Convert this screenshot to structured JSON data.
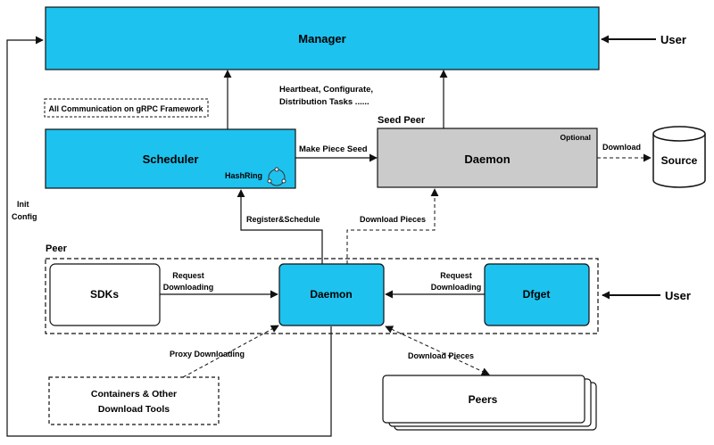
{
  "manager": {
    "label": "Manager"
  },
  "user_top": {
    "label": "User"
  },
  "user_right": {
    "label": "User"
  },
  "note": {
    "label": "All Communication on gRPC Framework"
  },
  "heartbeat": {
    "line1": "Heartbeat, Configurate,",
    "line2": "Distribution Tasks ......"
  },
  "seed_peer": {
    "title": "Seed Peer",
    "optional": "Optional",
    "daemon": "Daemon"
  },
  "scheduler": {
    "label": "Scheduler",
    "hashring": "HashRing"
  },
  "make_piece_seed": {
    "label": "Make Piece Seed"
  },
  "download": {
    "label": "Download"
  },
  "source": {
    "label": "Source"
  },
  "init_config": {
    "line1": "Init",
    "line2": "Config"
  },
  "register_schedule": {
    "label": "Register&Schedule"
  },
  "download_pieces_top": {
    "label": "Download Pieces"
  },
  "peer": {
    "title": "Peer"
  },
  "sdks": {
    "label": "SDKs"
  },
  "request_left": {
    "line1": "Request",
    "line2": "Downloading"
  },
  "daemon_peer": {
    "label": "Daemon"
  },
  "request_right": {
    "line1": "Request",
    "line2": "Downloading"
  },
  "dfget": {
    "label": "Dfget"
  },
  "proxy_downloading": {
    "label": "Proxy Downloading"
  },
  "download_pieces_bottom": {
    "label": "Download Pieces"
  },
  "containers": {
    "line1": "Containers & Other",
    "line2": "Download Tools"
  },
  "peers": {
    "label": "Peers"
  },
  "colors": {
    "blue": "#1ec2ee",
    "gray": "#cbcbcb",
    "dark": "#111111"
  }
}
